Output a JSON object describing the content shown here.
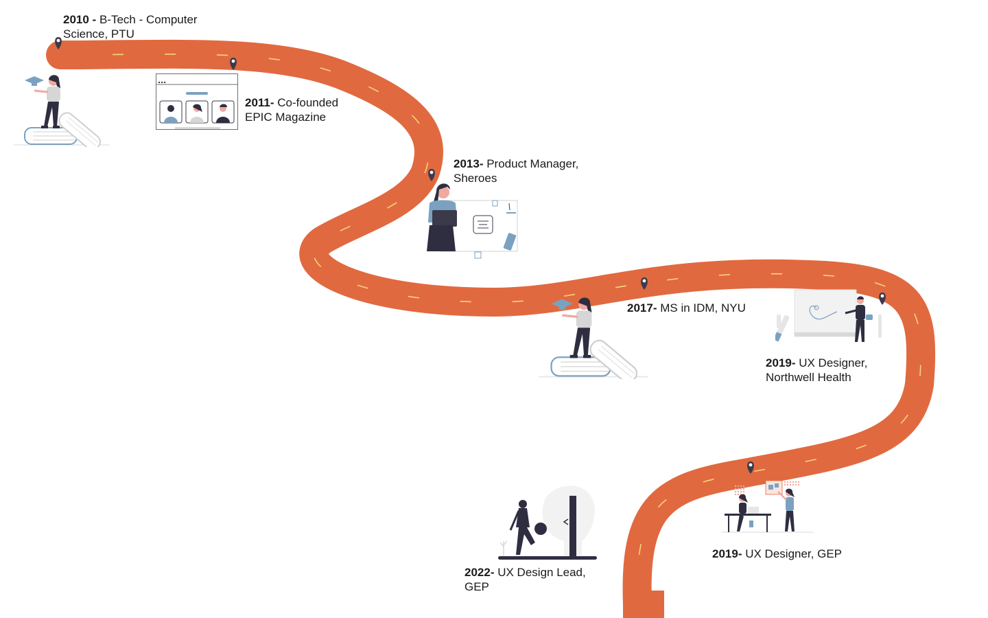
{
  "colors": {
    "road": "#e1693f",
    "road_dash": "#f3d67a",
    "pin": "#3b3a4a",
    "figure_dark": "#2f2e41",
    "accent_blue": "#7ba1c1",
    "skin": "#f0a9a0",
    "book_gray": "#d9d9d9"
  },
  "milestones": [
    {
      "year": "2010 -",
      "text": "B-Tech - Computer Science, PTU",
      "line1": "B-Tech - Computer",
      "line2": "Science, PTU",
      "illustration": "graduate-on-book-icon"
    },
    {
      "year": "2011-",
      "text": "Co-founded EPIC Magazine",
      "line1": "Co-founded",
      "line2": "EPIC Magazine",
      "illustration": "video-call-team-icon"
    },
    {
      "year": "2013-",
      "text": "Product Manager, Sheroes",
      "line1": "Product Manager,",
      "line2": "Sheroes",
      "illustration": "presenter-with-laptop-icon"
    },
    {
      "year": "2017-",
      "text": "MS in IDM, NYU",
      "line1": "MS in IDM, NYU",
      "line2": "",
      "illustration": "graduate-on-book-icon"
    },
    {
      "year": "2019-",
      "text": "UX Designer, Northwell Health",
      "line1": "UX Designer,",
      "line2": "Northwell Health",
      "illustration": "whiteboard-designer-icon"
    },
    {
      "year": "2019-",
      "text": "UX Designer, GEP",
      "line1": "UX Designer, GEP",
      "line2": "",
      "illustration": "design-team-desk-icon"
    },
    {
      "year": "2022-",
      "text": "UX Design Lead, GEP",
      "line1": "UX Design Lead,",
      "line2": "GEP",
      "illustration": "breaking-lightbulb-icon"
    }
  ]
}
